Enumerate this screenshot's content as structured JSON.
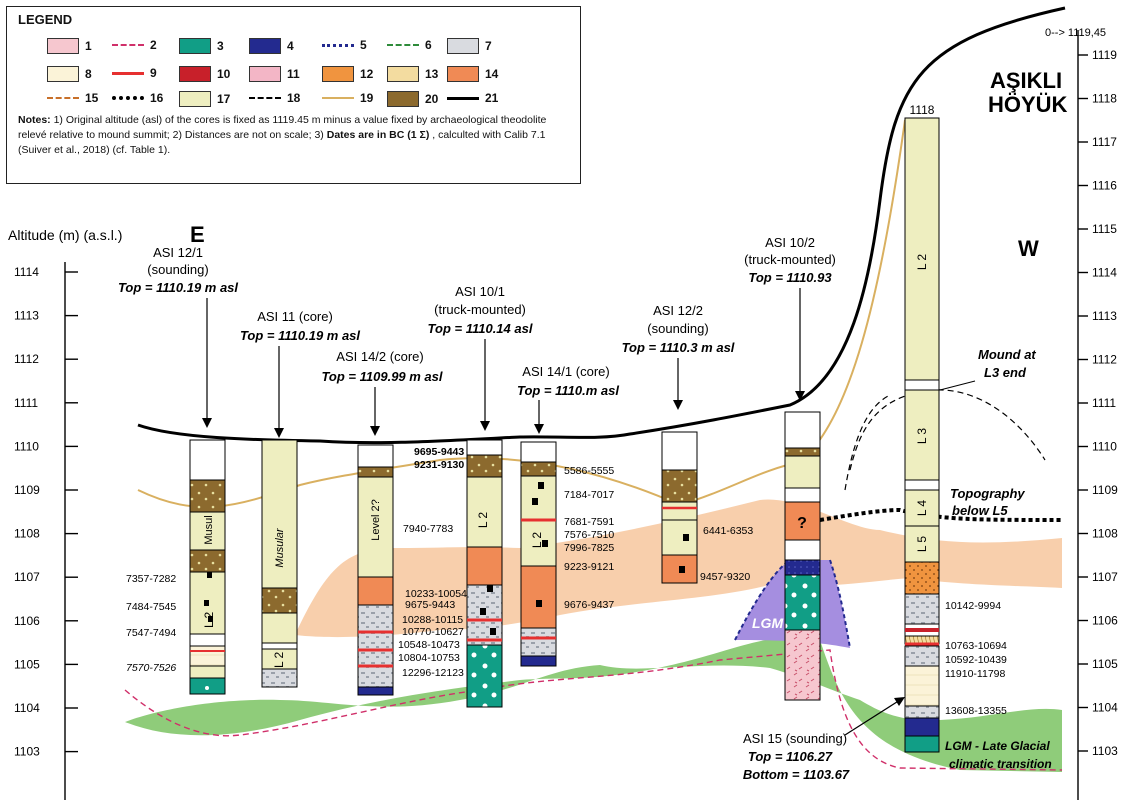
{
  "legend": {
    "title": "LEGEND",
    "items": [
      "1",
      "2",
      "3",
      "4",
      "5",
      "6",
      "7",
      "8",
      "9",
      "10",
      "11",
      "12",
      "13",
      "14",
      "15",
      "16",
      "17",
      "18",
      "19",
      "20",
      "21"
    ],
    "notes_label": "Notes:",
    "notes_text1": " 1) Original altitude (asl) of the cores is fixed as 1119.45 m minus a  value fixed by archaeological theodolite relevé relative to mound summit; 2) Distances are not on scale; 3) ",
    "notes_bold": "Dates are in BC (1 Σ)",
    "notes_text2": " , calculted with Calib 7.1 (Suiver et al., 2018) (cf. Table 1)."
  },
  "axis": {
    "ylabel": "Altitude (m) (a.s.l.)",
    "left_ticks": [
      "1114",
      "1113",
      "1112",
      "1111",
      "1110",
      "1109",
      "1108",
      "1107",
      "1106",
      "1105",
      "1104",
      "1103"
    ],
    "right_ticks": [
      "1119",
      "1118",
      "1117",
      "1116",
      "1115",
      "1114",
      "1113",
      "1112",
      "1111",
      "1110",
      "1109",
      "1108",
      "1107",
      "1106",
      "1105",
      "1104",
      "1103"
    ],
    "right_top": "0--> 1119,45"
  },
  "directions": {
    "east": "E",
    "west": "W"
  },
  "site": {
    "line1": "AŞIKLI",
    "line2": "HÖYÜK"
  },
  "cores": [
    {
      "id": "ASI 12/1",
      "sub": "(sounding)",
      "top": "Top = 1110.19 m asl",
      "label": "Musul"
    },
    {
      "id": "ASI 11 (core)",
      "sub": "",
      "top": "Top = 1110.19 m asl",
      "label": "Musular"
    },
    {
      "id": "ASI 14/2 (core)",
      "sub": "",
      "top": "Top = 1109.99 m asl",
      "label": "Level 2?"
    },
    {
      "id": "ASI 10/1",
      "sub": "(truck-mounted)",
      "top": "Top = 1110.14 asl",
      "label": "L 2"
    },
    {
      "id": "ASI 14/1 (core)",
      "sub": "",
      "top": "Top = 1110.m asl",
      "label": "L 2"
    },
    {
      "id": "ASI 12/2",
      "sub": "(sounding)",
      "top": "Top = 1110.3 m asl",
      "label": ""
    },
    {
      "id": "ASI 10/2",
      "sub": "(truck-mounted)",
      "top": "Top = 1110.93",
      "label": "?"
    },
    {
      "id": "ASI 15 (sounding)",
      "sub": "Bottom = 1103.67",
      "top": "Top = 1106.27",
      "label": "1118"
    }
  ],
  "asi15_levels": [
    "L 2",
    "L 3",
    "L 4",
    "L 5"
  ],
  "dates": {
    "a1": "7357-7282",
    "a2": "7484-7545",
    "a3": "7547-7494",
    "a4": "7570-7526",
    "b1": "9695-9443",
    "b2": "9231-9130",
    "b3": "7940-7783",
    "b4": "10233-10054",
    "b5": "9675-9443",
    "b6": "10288-10115",
    "b7": "10770-10627",
    "b8": "10548-10473",
    "b9": "10804-10753",
    "b10": "12296-12123",
    "c1": "5586-5555",
    "c2": "7184-7017",
    "c3": "7681-7591",
    "c4": "7576-7510",
    "c5": "7996-7825",
    "c6": "9223-9121",
    "c7": "9676-9437",
    "d1": "6441-6353",
    "d2": "9457-9320",
    "e1": "10142-9994",
    "e2": "10763-10694",
    "e3": "10592-10439",
    "e4": "11910-11798",
    "e5": "13608-13355"
  },
  "labels": {
    "l2a": "L 2",
    "mound": "Mound at",
    "mound2": "L3 end",
    "topo": "Topography",
    "topo2": "below L5",
    "lgm": "LGM",
    "lgm_late": "LGM - Late Glacial",
    "lgm_late2": "climatic transition"
  },
  "colors": {
    "green": "#8fcc7a",
    "peach": "#f7c79e",
    "orange": "#f08a55",
    "beige": "#eeeec0",
    "purple": "#a58ee0",
    "teal": "#119e86",
    "navy": "#232a8f",
    "brown": "#8c6a2e",
    "red": "#e63030",
    "gold": "#d9b060"
  }
}
